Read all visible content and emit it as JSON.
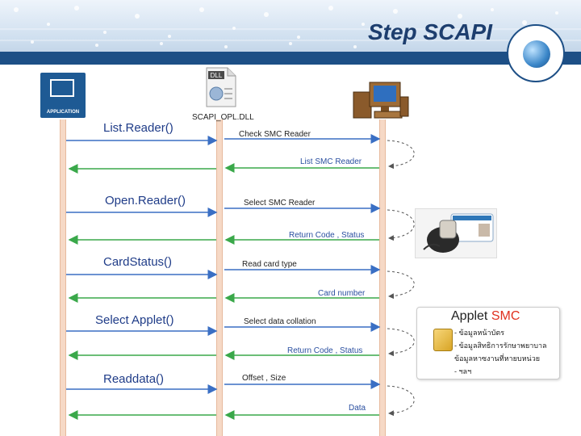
{
  "title": "Step SCAPI",
  "actors": {
    "application_label": "APPLICATION",
    "dll_badge": "DLL",
    "dll_name": "SCAPI_OPL.DLL"
  },
  "functions": [
    "List.Reader()",
    "Open.Reader()",
    "CardStatus()",
    "Select Applet()",
    "Readdata()"
  ],
  "messages": [
    {
      "text": "Check SMC Reader",
      "dir": "right"
    },
    {
      "text": "List SMC Reader",
      "dir": "left"
    },
    {
      "text": "Select SMC Reader",
      "dir": "right"
    },
    {
      "text": "Return Code , Status",
      "dir": "left"
    },
    {
      "text": "Read card type",
      "dir": "right"
    },
    {
      "text": "Card number",
      "dir": "left"
    },
    {
      "text": "Select data collation",
      "dir": "right"
    },
    {
      "text": "Return Code , Status",
      "dir": "left"
    },
    {
      "text": "Offset , Size",
      "dir": "right"
    },
    {
      "text": "Data",
      "dir": "left"
    }
  ],
  "applet": {
    "title_prefix": "Applet ",
    "title_smc": "SMC",
    "lines": [
      "- ข้อมูลหน้าบัตร",
      "- ข้อมูลสิทธิการรักษาพยาบาล",
      "  ข้อมูลหาซงานที่หายบหน่วย",
      "- ฯลฯ"
    ]
  },
  "colors": {
    "arrow_blue": "#3a6fc4",
    "arrow_green": "#3aa84a",
    "lifeline": "#f6d9c6",
    "header_bar": "#1d4f86"
  }
}
